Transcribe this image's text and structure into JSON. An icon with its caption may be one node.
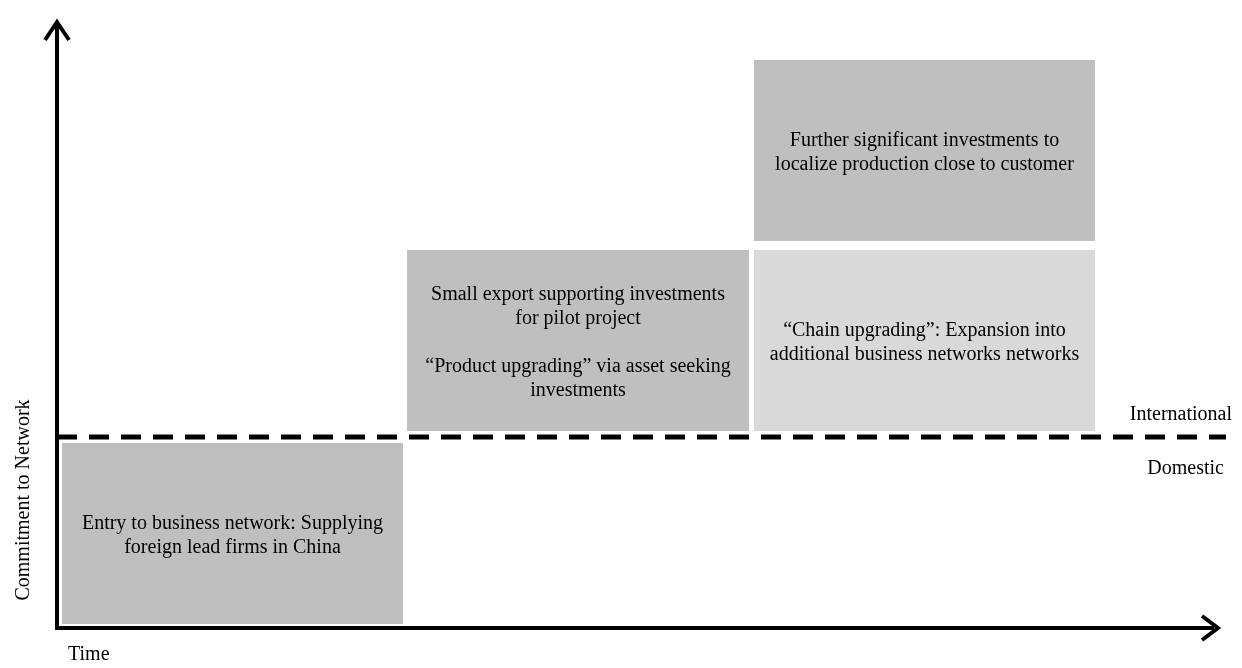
{
  "diagram": {
    "nodes": [
      {
        "text": [
          "Further significant investments to localize production close to customer"
        ]
      },
      {
        "text": [
          "Small export supporting investments for pilot project",
          "“Product upgrading” via asset seeking investments"
        ]
      },
      {
        "text": [
          "“Chain upgrading”: Expansion into additional business networks networks"
        ]
      },
      {
        "text": [
          "Entry to business network: Supplying foreign lead firms in China"
        ]
      }
    ],
    "edges": [],
    "labels": [
      "Commitment to Network",
      "International",
      "Domestic",
      "Time"
    ]
  }
}
